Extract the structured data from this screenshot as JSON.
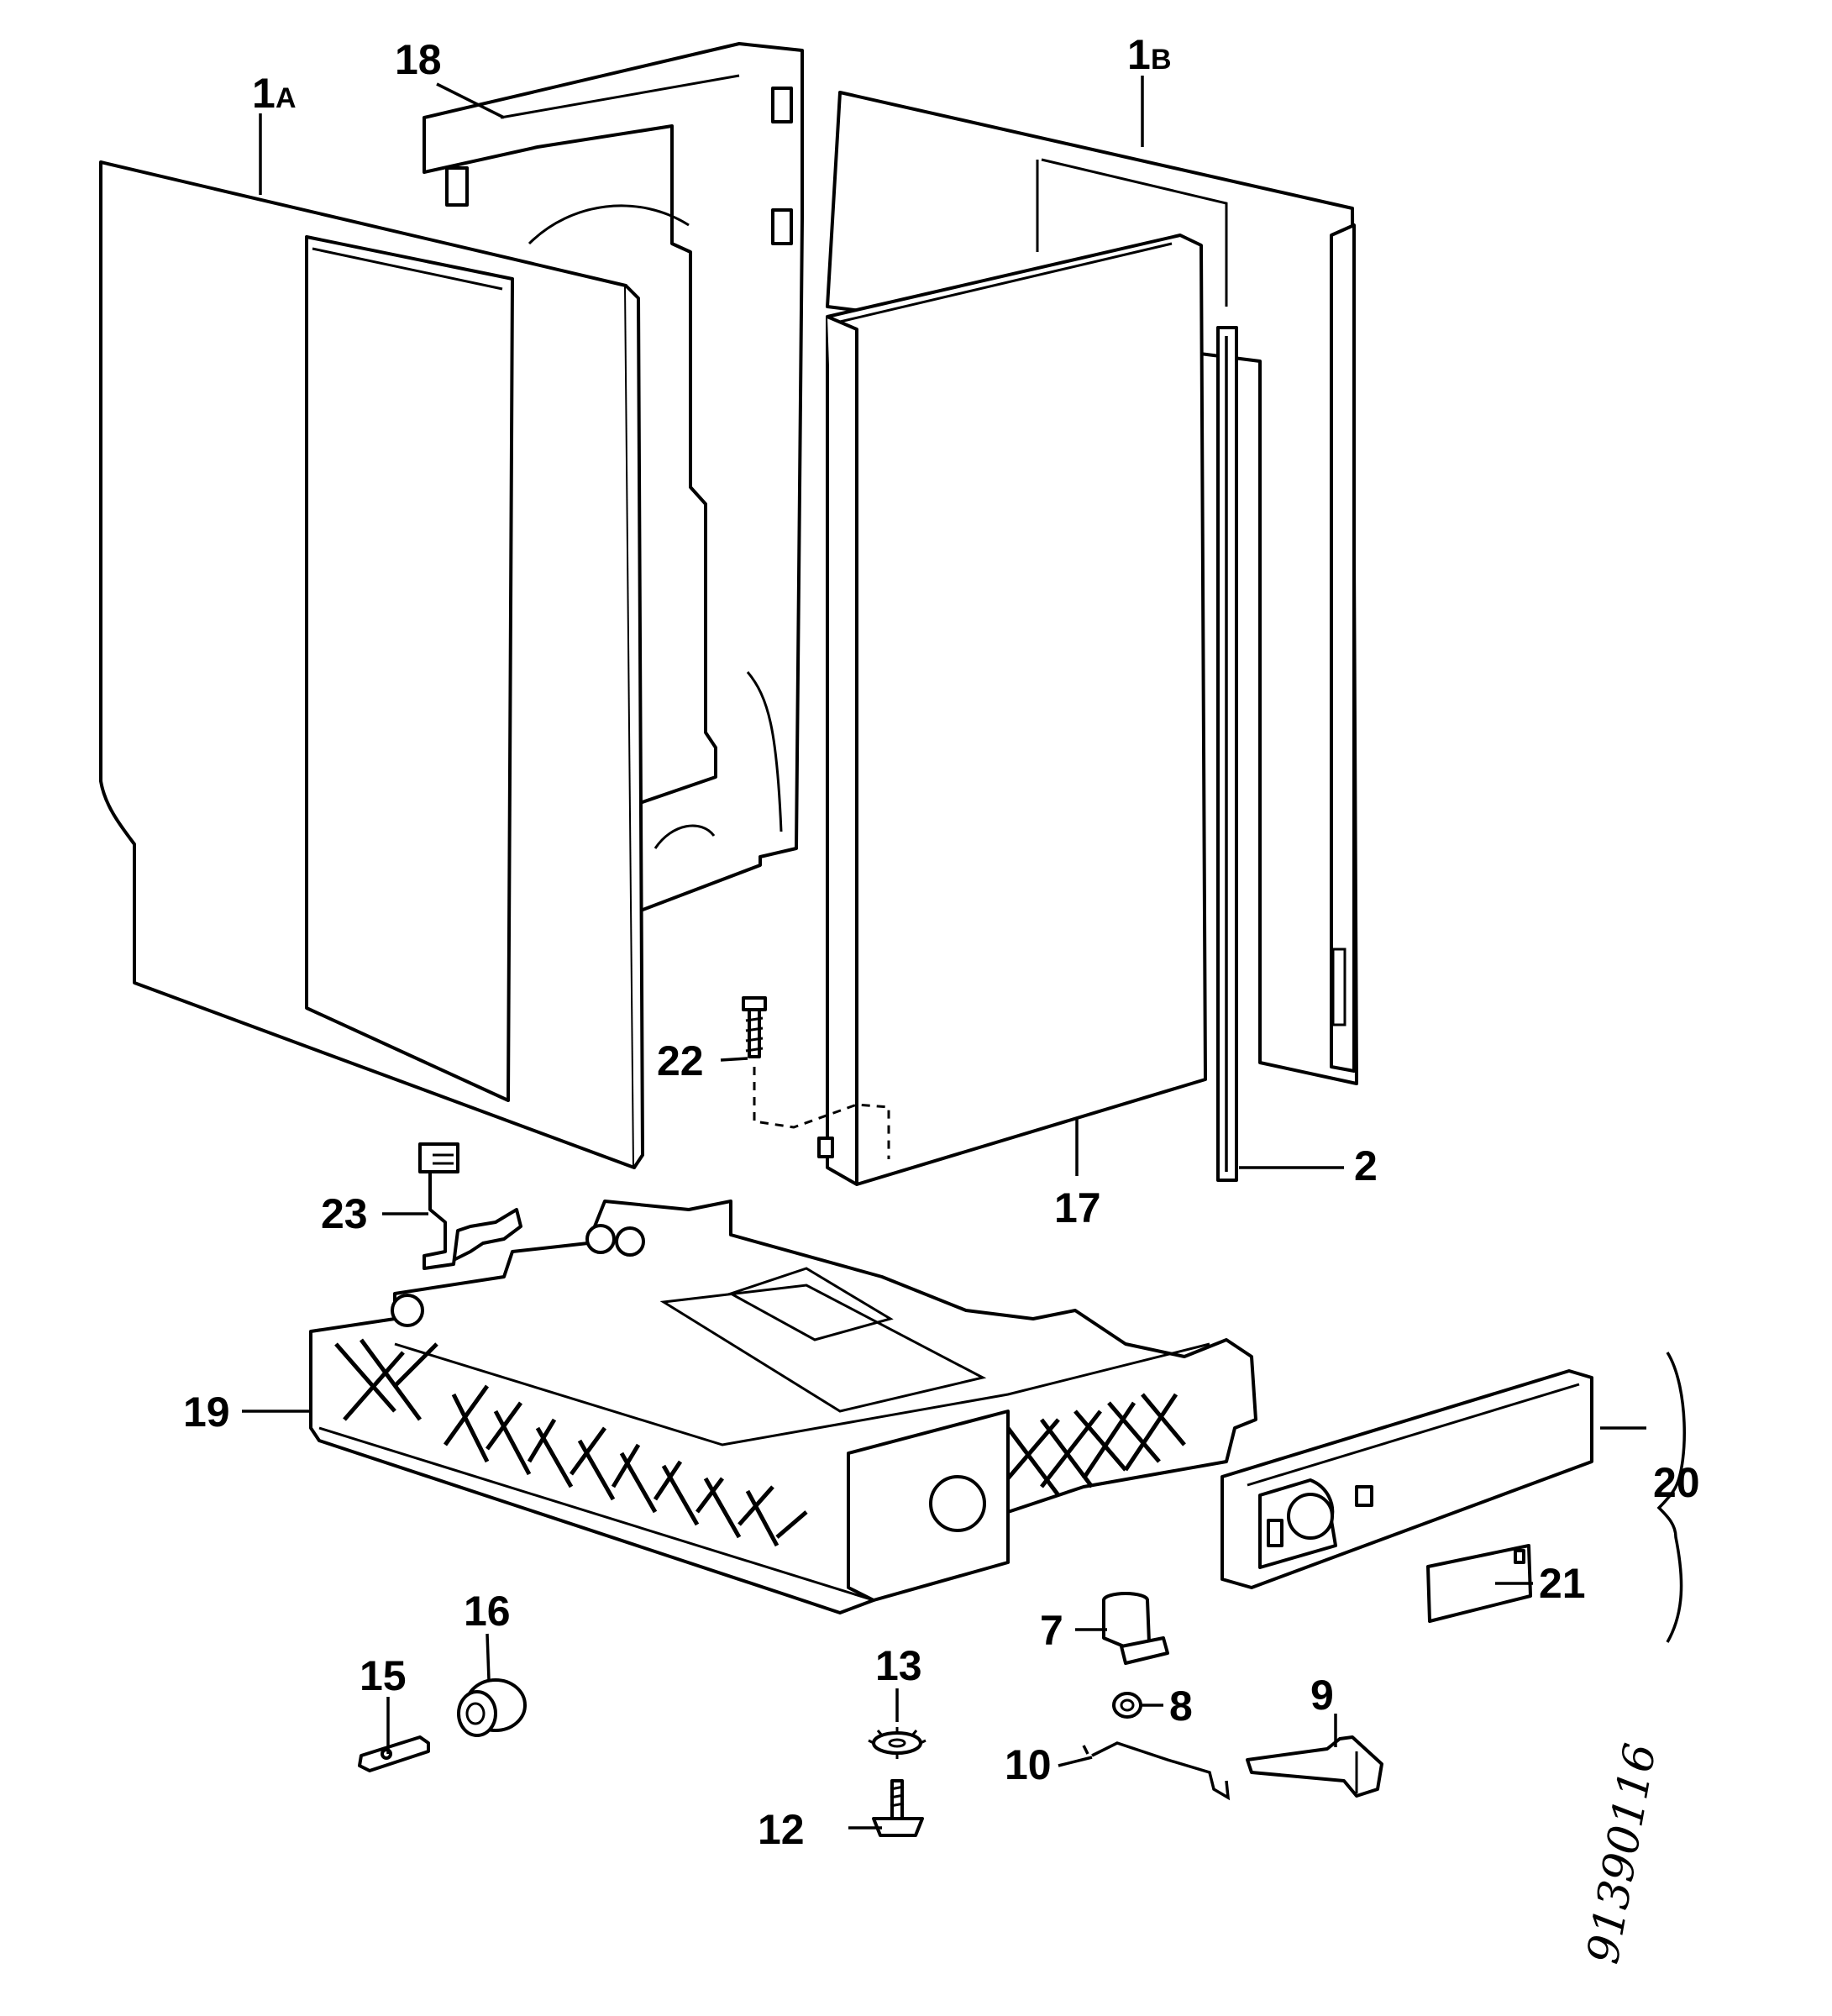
{
  "labels": {
    "p1a_num": "1",
    "p1a_suffix": "A",
    "p1b_num": "1",
    "p1b_suffix": "B",
    "p2": "2",
    "p7": "7",
    "p8": "8",
    "p9": "9",
    "p10": "10",
    "p12": "12",
    "p13": "13",
    "p15": "15",
    "p16": "16",
    "p17": "17",
    "p18": "18",
    "p19": "19",
    "p20": "20",
    "p21": "21",
    "p22": "22",
    "p23": "23"
  },
  "drawing_code": "91390116"
}
